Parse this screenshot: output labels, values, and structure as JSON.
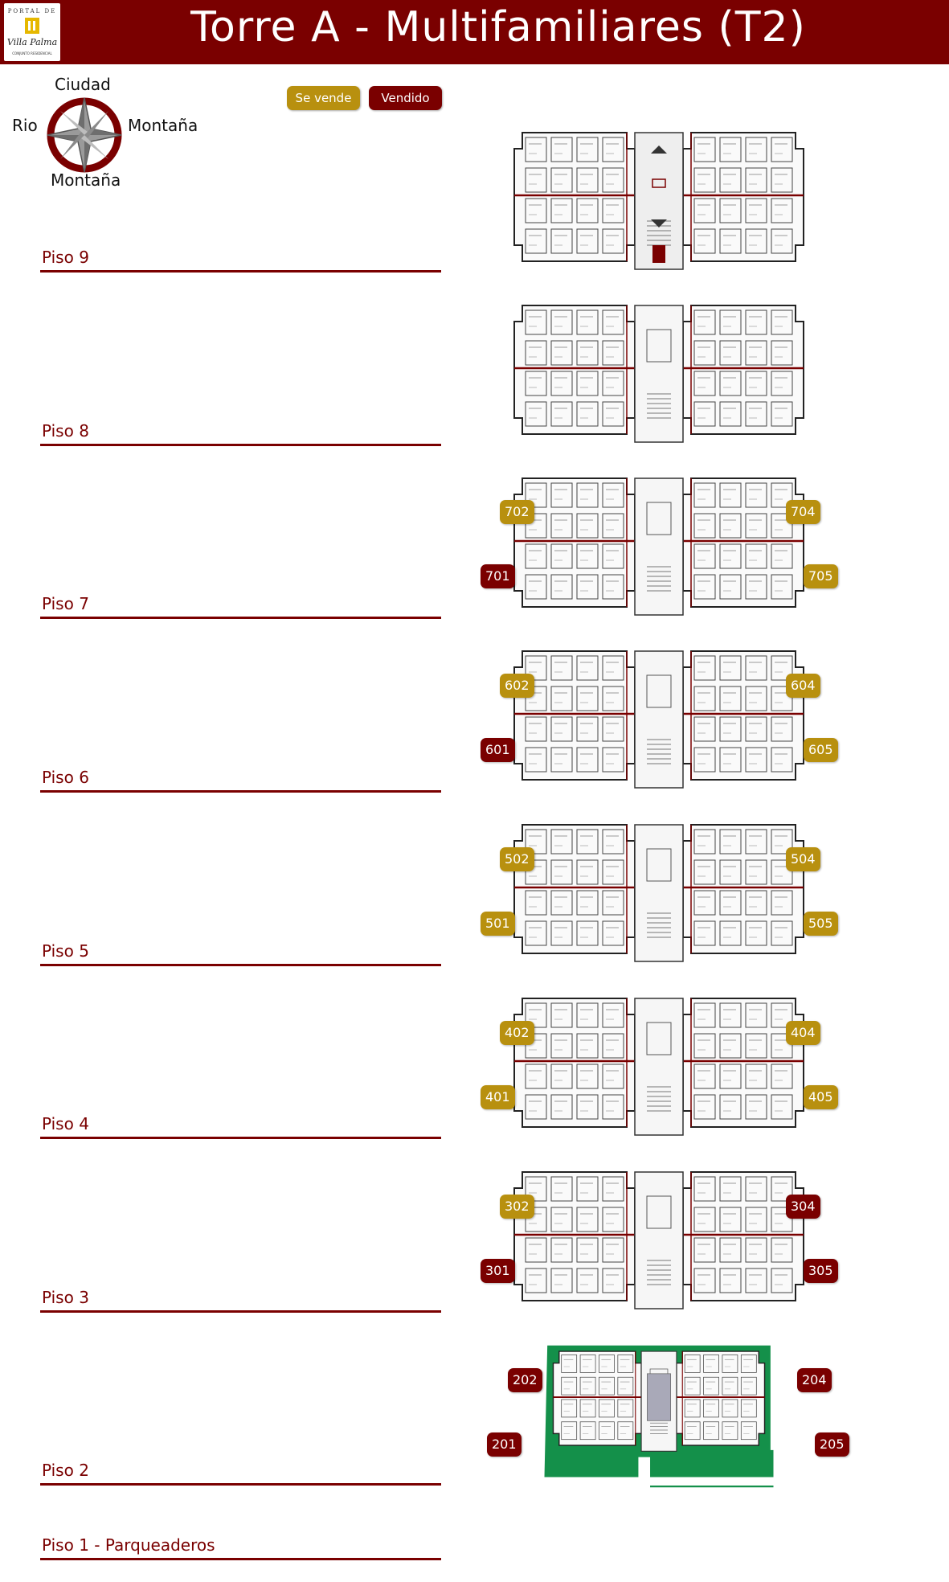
{
  "header": {
    "title": "Torre A - Multifamiliares (T2)",
    "logo": {
      "top_text": "PORTAL DE",
      "name": "Villa Palma",
      "sub_text": "CONJUNTO RESIDENCIAL"
    }
  },
  "compass": {
    "north": "Ciudad",
    "west": "Rio",
    "east": "Montaña",
    "south": "Montaña"
  },
  "legend": {
    "for_sale": "Se vende",
    "sold": "Vendido"
  },
  "floors": [
    {
      "label": "Piso 9"
    },
    {
      "label": "Piso 8"
    },
    {
      "label": "Piso 7"
    },
    {
      "label": "Piso 6"
    },
    {
      "label": "Piso 5"
    },
    {
      "label": "Piso 4"
    },
    {
      "label": "Piso 3"
    },
    {
      "label": "Piso 2"
    },
    {
      "label": "Piso 1 - Parqueaderos"
    }
  ],
  "units": {
    "f7": {
      "u702": "702",
      "u704": "704",
      "u701": "701",
      "u705": "705"
    },
    "f6": {
      "u602": "602",
      "u604": "604",
      "u601": "601",
      "u605": "605"
    },
    "f5": {
      "u502": "502",
      "u504": "504",
      "u501": "501",
      "u505": "505"
    },
    "f4": {
      "u402": "402",
      "u404": "404",
      "u401": "401",
      "u405": "405"
    },
    "f3": {
      "u302": "302",
      "u304": "304",
      "u301": "301",
      "u305": "305"
    },
    "f2": {
      "u202": "202",
      "u204": "204",
      "u201": "201",
      "u205": "205"
    }
  },
  "colors": {
    "brand": "#7a0000",
    "for_sale": "#b8900f",
    "sold": "#7a0000",
    "garden": "#14904a"
  }
}
